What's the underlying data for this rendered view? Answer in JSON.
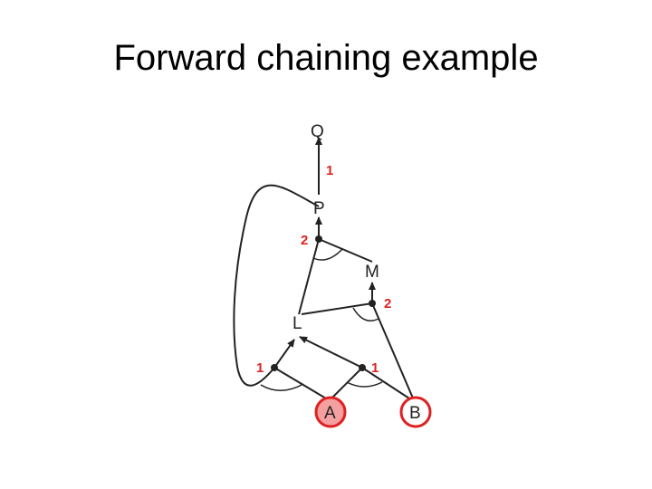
{
  "title": "Forward chaining example",
  "nodes": {
    "Q": "Q",
    "P": "P",
    "M": "M",
    "L": "L",
    "A": "A",
    "B": "B"
  },
  "counts": {
    "p_to_q": "1",
    "lm_to_p": "2",
    "bl_to_m": "2",
    "ap_to_l": "1",
    "ab_to_l": "1"
  },
  "colors": {
    "count_text": "#e02020",
    "known_fact_fill": "#f4a0a0",
    "known_fact_ring": "#e02020",
    "edge": "#222222"
  }
}
